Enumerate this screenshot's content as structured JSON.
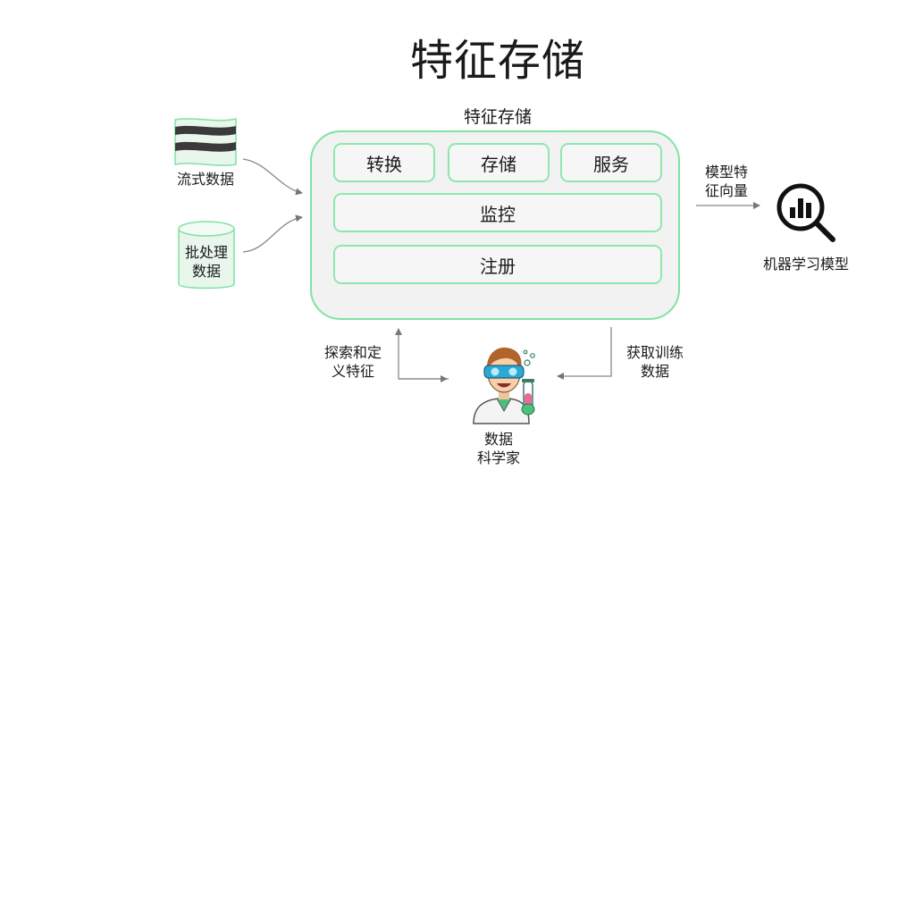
{
  "title": "特征存储",
  "feature_store": {
    "label": "特征存储",
    "modules": {
      "transform": "转换",
      "storage": "存储",
      "serving": "服务",
      "monitoring": "监控",
      "registry": "注册"
    }
  },
  "sources": {
    "streaming": "流式数据",
    "batch_line1": "批处理",
    "batch_line2": "数据"
  },
  "output": {
    "arrow_label_line1": "模型特",
    "arrow_label_line2": "征向量",
    "consumer": "机器学习模型"
  },
  "data_scientist": {
    "line1": "数据",
    "line2": "科学家",
    "explore_line1": "探索和定",
    "explore_line2": "义特征",
    "fetch_line1": "获取训练",
    "fetch_line2": "数据"
  },
  "colors": {
    "accent_green": "#7fe3a0",
    "box_fill": "#f2f2f2",
    "stream_band": "#3a3a3a",
    "arrow": "#777777"
  },
  "icons": {
    "streaming": "stream-waves-icon",
    "batch": "database-cylinder-icon",
    "model": "magnifier-chart-icon",
    "scientist": "scientist-icon"
  }
}
